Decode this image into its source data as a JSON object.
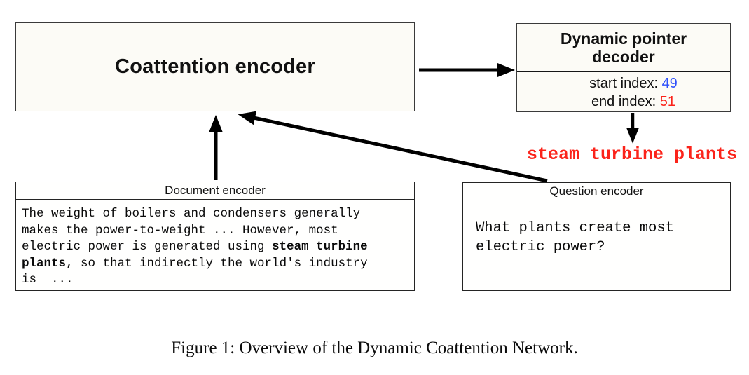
{
  "figure": {
    "coattention": {
      "label": "Coattention encoder"
    },
    "decoder": {
      "title_line1": "Dynamic pointer",
      "title_line2": "decoder",
      "start_label": "start index:",
      "start_value": "49",
      "end_label": "end index:",
      "end_value": "51"
    },
    "answer": "steam turbine plants",
    "document_encoder": {
      "header": "Document encoder",
      "lines": [
        [
          {
            "t": "The weight of boilers and condensers generally"
          }
        ],
        [
          {
            "t": "makes the power-to-weight ... However, most"
          }
        ],
        [
          {
            "t": "electric power is generated using "
          },
          {
            "t": "steam turbine",
            "b": true
          }
        ],
        [
          {
            "t": "plants",
            "b": true
          },
          {
            "t": ", so that indirectly the world's industry"
          }
        ],
        [
          {
            "t": "is  ..."
          }
        ]
      ]
    },
    "question_encoder": {
      "header": "Question encoder",
      "lines": [
        [
          {
            "t": "What plants create most"
          }
        ],
        [
          {
            "t": "electric power?"
          }
        ]
      ]
    },
    "caption": "Figure 1: Overview of the Dynamic Coattention Network."
  },
  "colors": {
    "start_index_blue": "#2e50fb",
    "end_index_red": "#fb231a",
    "answer_red": "#fb231a",
    "arrow_black": "#000000",
    "box_fill_cream": "#fcfbf6"
  }
}
